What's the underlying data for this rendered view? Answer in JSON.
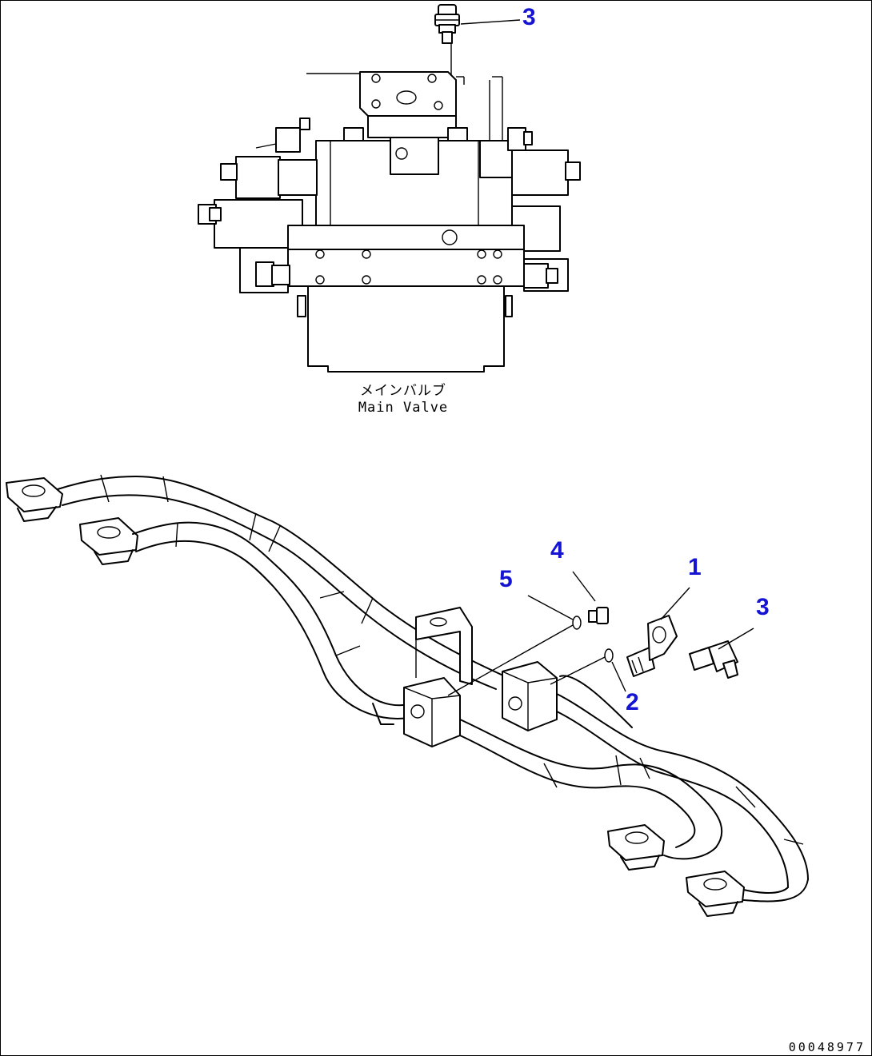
{
  "diagram": {
    "caption_jp": "メインバルブ",
    "caption_en": "Main Valve",
    "drawing_code": "00048977",
    "callouts": [
      {
        "id": "callout-3-top",
        "label": "3"
      },
      {
        "id": "callout-4",
        "label": "4"
      },
      {
        "id": "callout-5",
        "label": "5"
      },
      {
        "id": "callout-1",
        "label": "1"
      },
      {
        "id": "callout-3-right",
        "label": "3"
      },
      {
        "id": "callout-2",
        "label": "2"
      }
    ],
    "colors": {
      "callout": "#1414d2",
      "line": "#000000",
      "background": "#ffffff"
    }
  }
}
